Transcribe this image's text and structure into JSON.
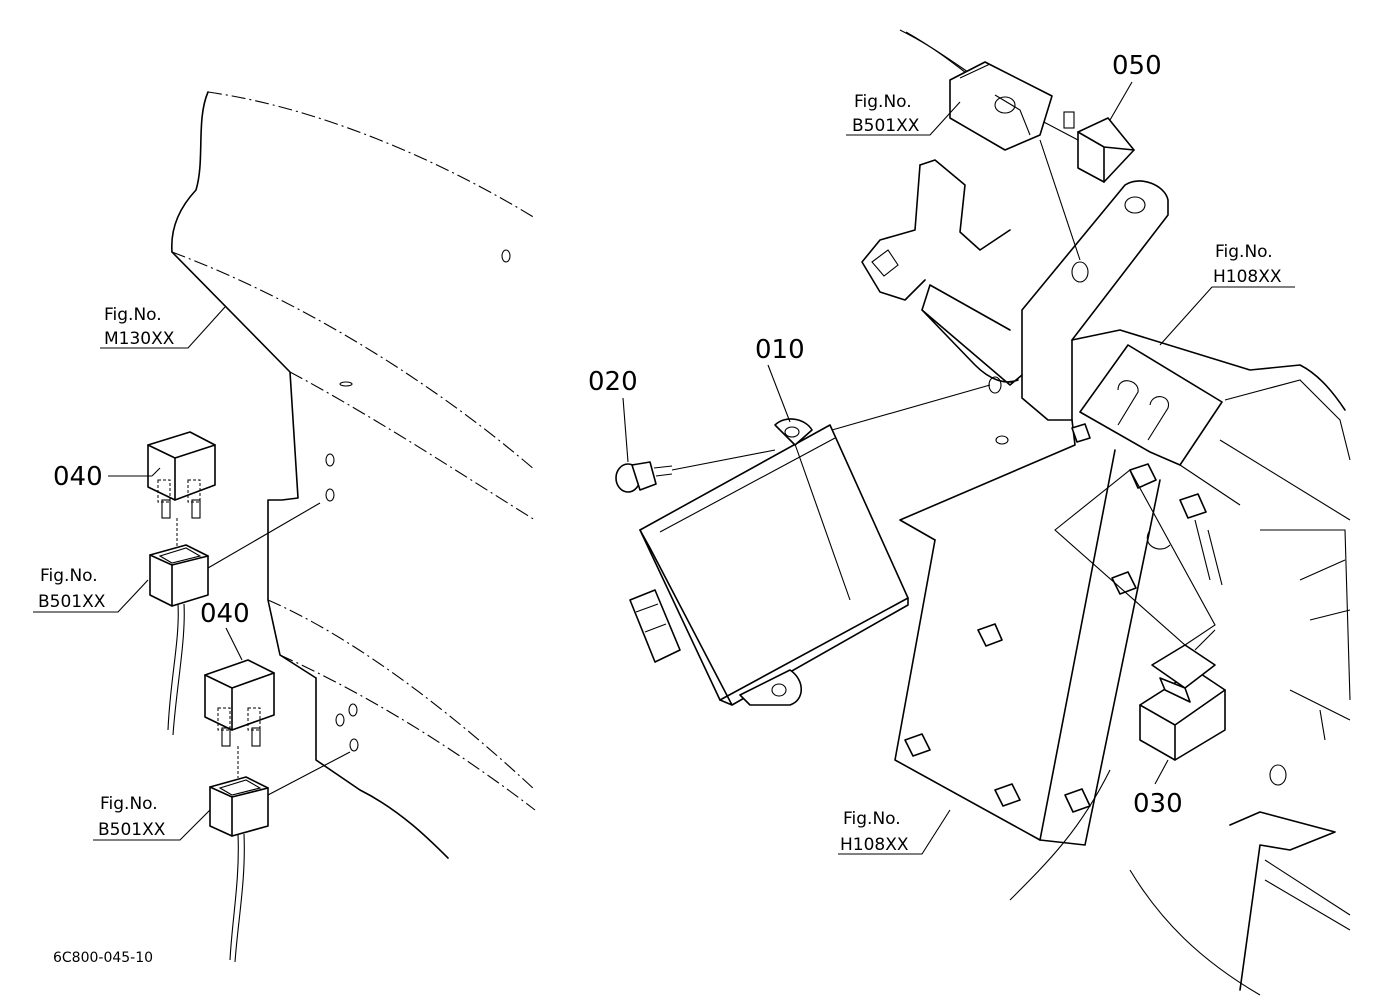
{
  "callouts": {
    "p010": "010",
    "p020": "020",
    "p030": "030",
    "p040a": "040",
    "p040b": "040",
    "p050": "050"
  },
  "fig_refs": {
    "m130_label": "Fig.No.",
    "m130_code": "M130XX",
    "b501_top_label": "Fig.No.",
    "b501_top_code": "B501XX",
    "b501_mid_label": "Fig.No.",
    "b501_mid_code": "B501XX",
    "b501_low_label": "Fig.No.",
    "b501_low_code": "B501XX",
    "h108_top_label": "Fig.No.",
    "h108_top_code": "H108XX",
    "h108_low_label": "Fig.No.",
    "h108_low_code": "H108XX"
  },
  "document_id": "6C800-045-10"
}
